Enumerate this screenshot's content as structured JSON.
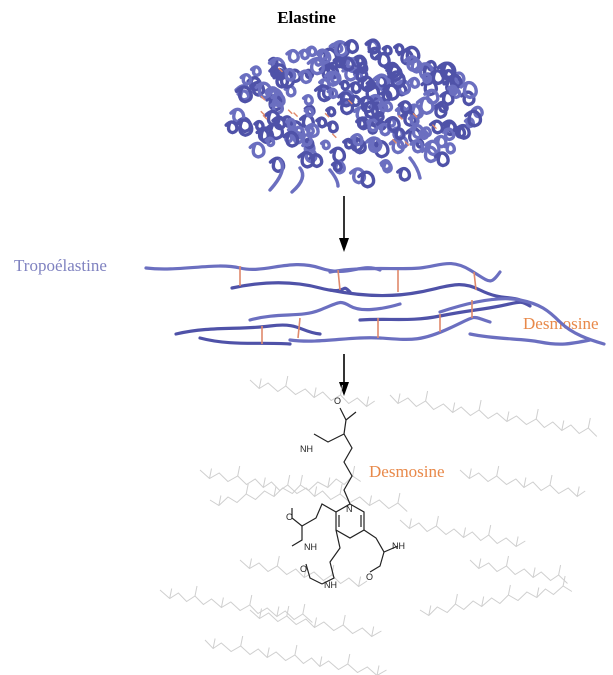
{
  "title": "Elastine",
  "labels": {
    "tropoelastine": "Tropoélastine",
    "desmosine_top": "Desmosine",
    "desmosine_bottom": "Desmosine"
  },
  "molecule_labels": {
    "n_ring": "N",
    "nh": "NH",
    "o": "O"
  },
  "colors": {
    "fiber": "#6b6fc0",
    "fiber_dark": "#4f52a8",
    "crosslink": "#e0896a",
    "tropo_label": "#7f82c0",
    "desmosine_label": "#e8894a",
    "arrow": "#000000",
    "faint_chain": "#cfcfcf",
    "molecule": "#222222"
  }
}
